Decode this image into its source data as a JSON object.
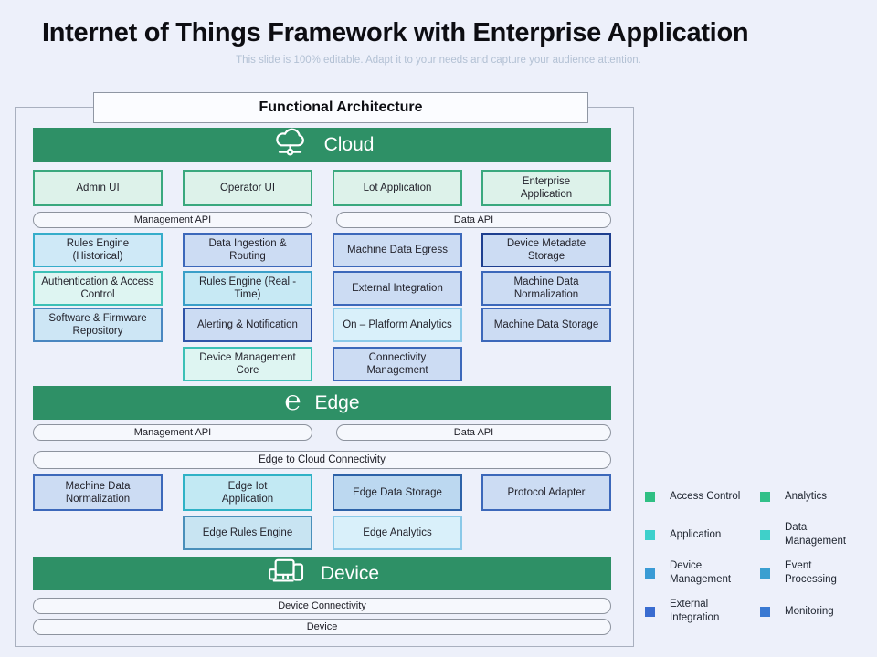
{
  "page": {
    "title": "Internet of Things Framework with Enterprise Application",
    "subtitle": "This slide is 100% editable. Adapt it to your needs and capture your audience attention.",
    "frame_label": "Functional Architecture"
  },
  "colors": {
    "banner_green": "#2e9066",
    "page_background": "#edf0fa",
    "subtitle_text": "#b3c1d4"
  },
  "icons": {
    "cloud": "cloud-network-icon",
    "edge": "edge-browser-icon",
    "device": "devices-icon"
  },
  "cloud": {
    "banner": "Cloud",
    "apps": [
      "Admin UI",
      "Operator UI",
      "Lot Application",
      "Enterprise Application"
    ],
    "api_pills": [
      "Management API",
      "Data API"
    ],
    "grid": [
      "Rules Engine (Historical)",
      "Data Ingestion & Routing",
      "Machine Data Egress",
      "Device Metadate Storage",
      "Authentication & Access Control",
      "Rules Engine (Real - Time)",
      "External Integration",
      "Machine Data Normalization",
      "Software & Firmware Repository",
      "Alerting & Notification",
      "On – Platform Analytics",
      "Machine Data Storage",
      "Device Management Core",
      "Connectivity Management"
    ]
  },
  "edge": {
    "banner": "Edge",
    "api_pills": [
      "Management API",
      "Data API"
    ],
    "connectivity_pill": "Edge to Cloud Connectivity",
    "grid": [
      "Machine Data Normalization",
      "Edge Iot Application",
      "Edge Data Storage",
      "Protocol Adapter",
      "Edge Rules Engine",
      "Edge Analytics"
    ]
  },
  "device": {
    "banner": "Device",
    "pills": [
      "Device Connectivity",
      "Device"
    ]
  },
  "legend": {
    "items": [
      {
        "label": "Access Control",
        "color": "#2fbf83"
      },
      {
        "label": "Analytics",
        "color": "#32c089"
      },
      {
        "label": "Application",
        "color": "#3ed0cc"
      },
      {
        "label": "Data Management",
        "color": "#3fd0c9"
      },
      {
        "label": "Device Management",
        "color": "#3a9bd5"
      },
      {
        "label": "Event Processing",
        "color": "#3a9fd0"
      },
      {
        "label": "External Integration",
        "color": "#3a6cd0"
      },
      {
        "label": "Monitoring",
        "color": "#3a79d2"
      }
    ]
  }
}
